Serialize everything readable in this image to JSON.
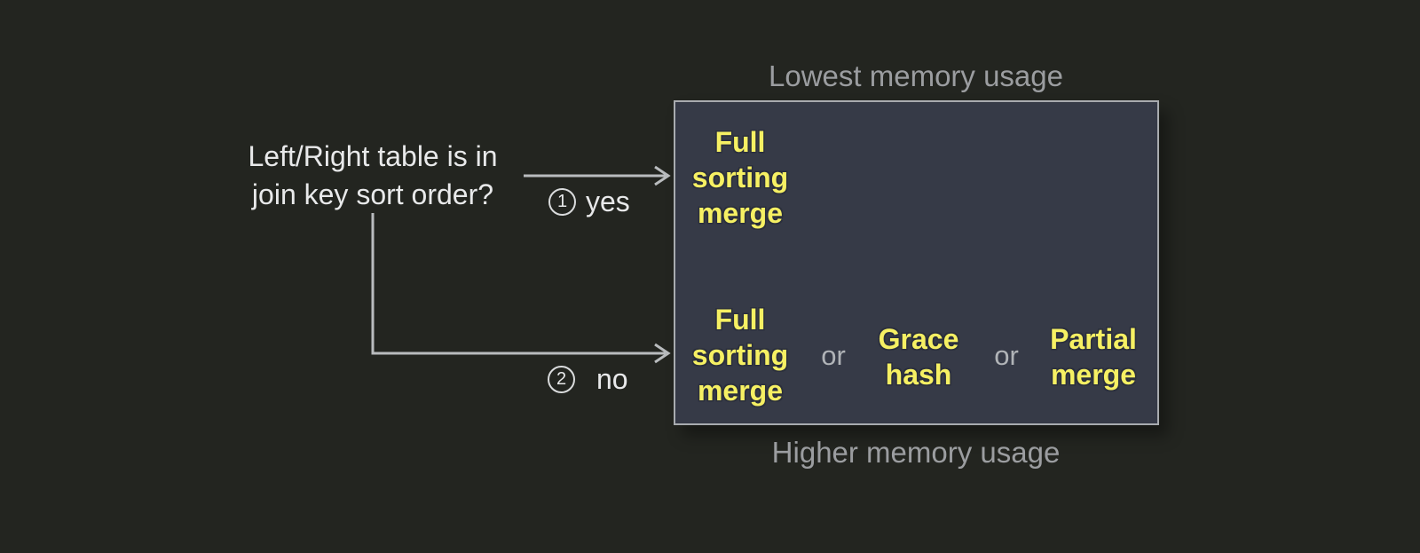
{
  "question": {
    "line1": "Left/Right table is in",
    "line2": "join key sort order?"
  },
  "branch_yes": {
    "number": "1",
    "label": "yes"
  },
  "branch_no": {
    "number": "2",
    "label": "no"
  },
  "memory_scale": {
    "top_caption": "Lowest memory usage",
    "bottom_caption": "Higher memory usage"
  },
  "options": {
    "separator": "or",
    "sorted": {
      "line1": "Full",
      "line2": "sorting",
      "line3": "merge"
    },
    "unsorted_first": {
      "line1": "Full",
      "line2": "sorting",
      "line3": "merge"
    },
    "unsorted_second": {
      "line1": "Grace",
      "line2": "hash"
    },
    "unsorted_third": {
      "line1": "Partial",
      "line2": "merge"
    }
  },
  "colors": {
    "background": "#232520",
    "box_fill": "#363a47",
    "box_border": "#a8abaf",
    "option_yellow": "#f6f063",
    "caption_gray": "#9b9da0",
    "text_white": "#e8e9ea",
    "connector_gray": "#b9bcbe",
    "or_gray": "#b0b3b7"
  }
}
